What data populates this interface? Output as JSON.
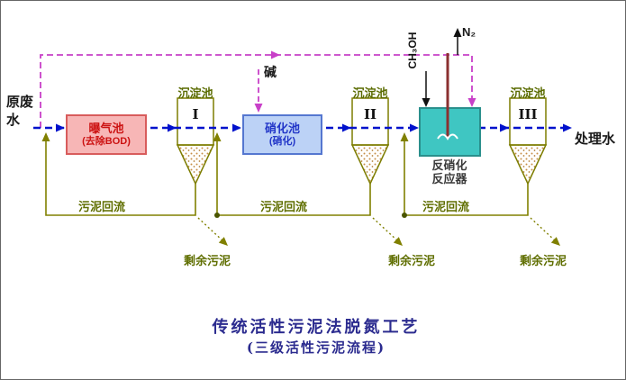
{
  "labels": {
    "influent": "原废水",
    "effluent": "处理水",
    "clarifier": "沉淀池",
    "sludge_return": "污泥回流",
    "excess_sludge": "剩余污泥",
    "alkali": "碱",
    "methanol": "CH₃OH",
    "nitrogen": "N₂"
  },
  "tanks": {
    "aeration": {
      "name": "曝气池",
      "subtitle": "(去除BOD)"
    },
    "nitrification": {
      "name": "硝化池",
      "subtitle": "(硝化)"
    },
    "denitrification": {
      "name": "反硝化",
      "name2": "反应器"
    }
  },
  "clarifiers": {
    "numerals": [
      "I",
      "II",
      "III"
    ]
  },
  "title": {
    "line1": "传统活性污泥法脱氮工艺",
    "line2": "(三级活性污泥流程)"
  },
  "colors": {
    "main_flow": "#0011cc",
    "recycle_line": "#c840c8",
    "sludge_line": "#808000",
    "aeration_fill": "#f7b6b6",
    "aeration_border": "#d85c5c",
    "aeration_text": "#cc1111",
    "nitrification_fill": "#bcd2f6",
    "nitrification_border": "#5577d0",
    "nitrification_text": "#2236c8",
    "reactor_fill": "#3fc6c2",
    "reactor_border": "#2a8f8c",
    "funnel_border": "#7d7d00",
    "olive_label": "#5a6b00",
    "title_color": "#2b2b8f"
  }
}
